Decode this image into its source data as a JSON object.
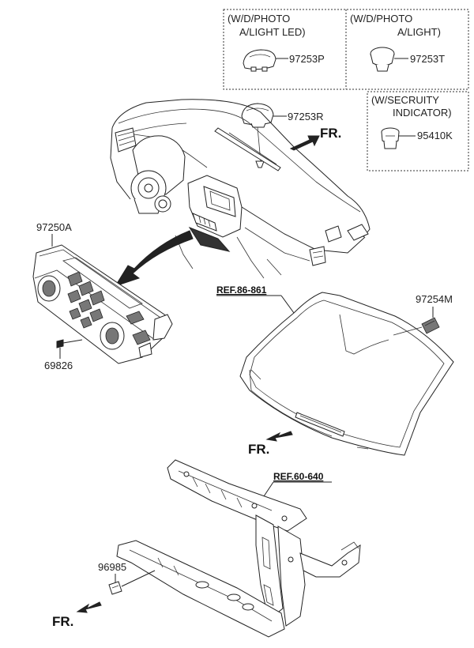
{
  "callouts": {
    "box_led_1": "(W/D/PHOTO",
    "box_led_2": "A/LIGHT  LED)",
    "box_photo_1": "(W/D/PHOTO",
    "box_photo_2": "A/LIGHT)",
    "box_security_1": "(W/SECRUITY",
    "box_security_2": "INDICATOR)"
  },
  "parts": {
    "p97253P": "97253P",
    "p97253T": "97253T",
    "p97253R": "97253R",
    "p95410K": "95410K",
    "p97250A": "97250A",
    "p69826": "69826",
    "p97254M": "97254M",
    "p96985": "96985"
  },
  "refs": {
    "ref_windshield": "REF.86-861",
    "ref_frame": "REF.60-640"
  },
  "directions": {
    "fr_top": "FR.",
    "fr_mid": "FR.",
    "fr_bottom": "FR."
  }
}
